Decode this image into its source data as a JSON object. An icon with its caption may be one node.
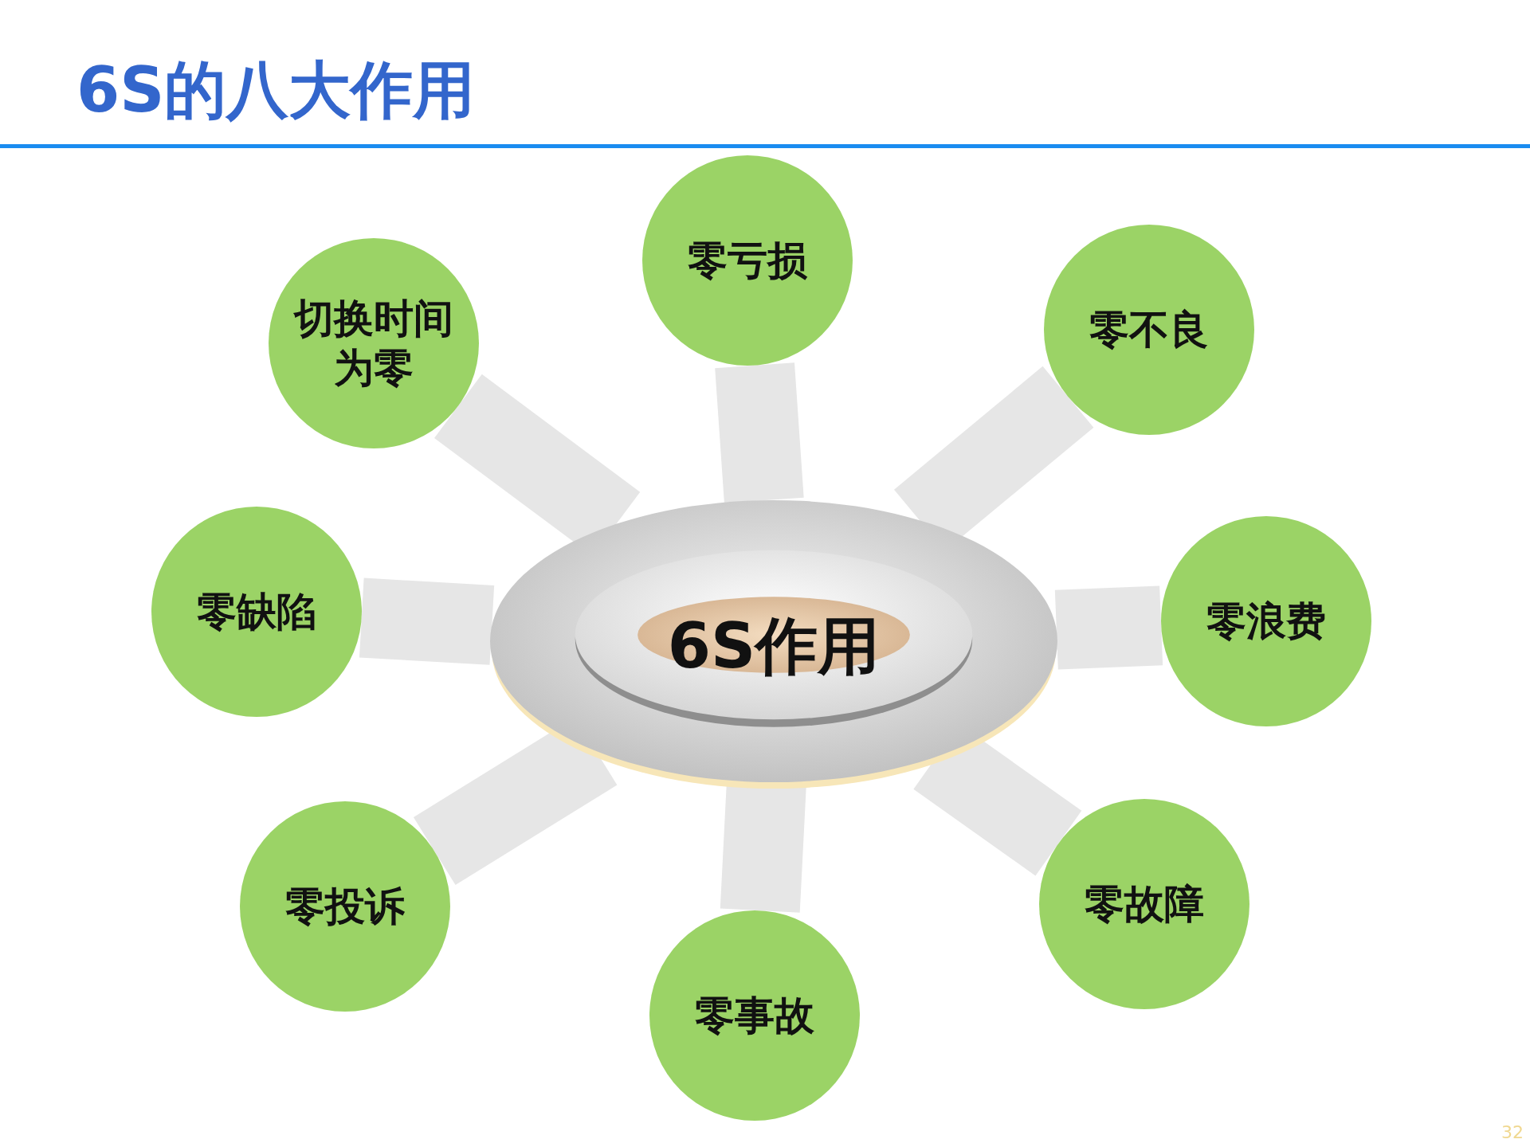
{
  "diagram": {
    "title": "6S的八大作用",
    "nodes": [
      {
        "text": [
          "零亏损"
        ]
      },
      {
        "text": [
          "切换时间为零"
        ]
      },
      {
        "text": [
          "零不良"
        ]
      },
      {
        "text": [
          "零缺陷"
        ]
      },
      {
        "text": [
          "6S作用"
        ]
      },
      {
        "text": [
          "零浪费"
        ]
      },
      {
        "text": [
          "零投诉"
        ]
      },
      {
        "text": [
          "零故障"
        ]
      },
      {
        "text": [
          "零事故"
        ]
      }
    ],
    "edges": [
      {
        "from": 4,
        "to": 0,
        "arrow": "none"
      },
      {
        "from": 4,
        "to": 1,
        "arrow": "none"
      },
      {
        "from": 4,
        "to": 2,
        "arrow": "none"
      },
      {
        "from": 4,
        "to": 3,
        "arrow": "none"
      },
      {
        "from": 4,
        "to": 5,
        "arrow": "none"
      },
      {
        "from": 4,
        "to": 6,
        "arrow": "none"
      },
      {
        "from": 4,
        "to": 7,
        "arrow": "none"
      },
      {
        "from": 4,
        "to": 8,
        "arrow": "none"
      }
    ],
    "labels": [
      "32"
    ]
  }
}
